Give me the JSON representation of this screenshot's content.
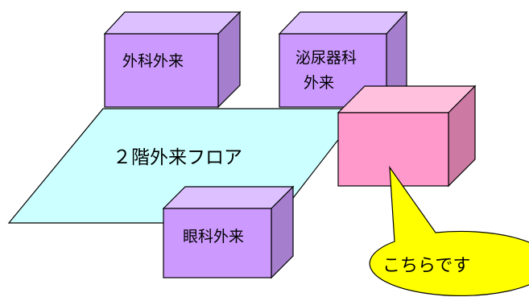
{
  "floor": {
    "label": "２階外来フロア",
    "color": "#ccffff"
  },
  "departments": [
    {
      "id": "surgery",
      "label": "外科外来"
    },
    {
      "id": "urology",
      "label": "泌尿器科",
      "label_line2": "外来"
    },
    {
      "id": "ophthalmology",
      "label": "眼科外来"
    }
  ],
  "target_room": {
    "callout_label": "こちらです"
  },
  "colors": {
    "dept_front": "#cc99ff",
    "dept_top": "#dcc0ff",
    "dept_side": "#a57fcd",
    "target_front": "#ff99cc",
    "target_top": "#ffc0de",
    "target_side": "#cc7aa3",
    "callout": "#ffff00"
  }
}
